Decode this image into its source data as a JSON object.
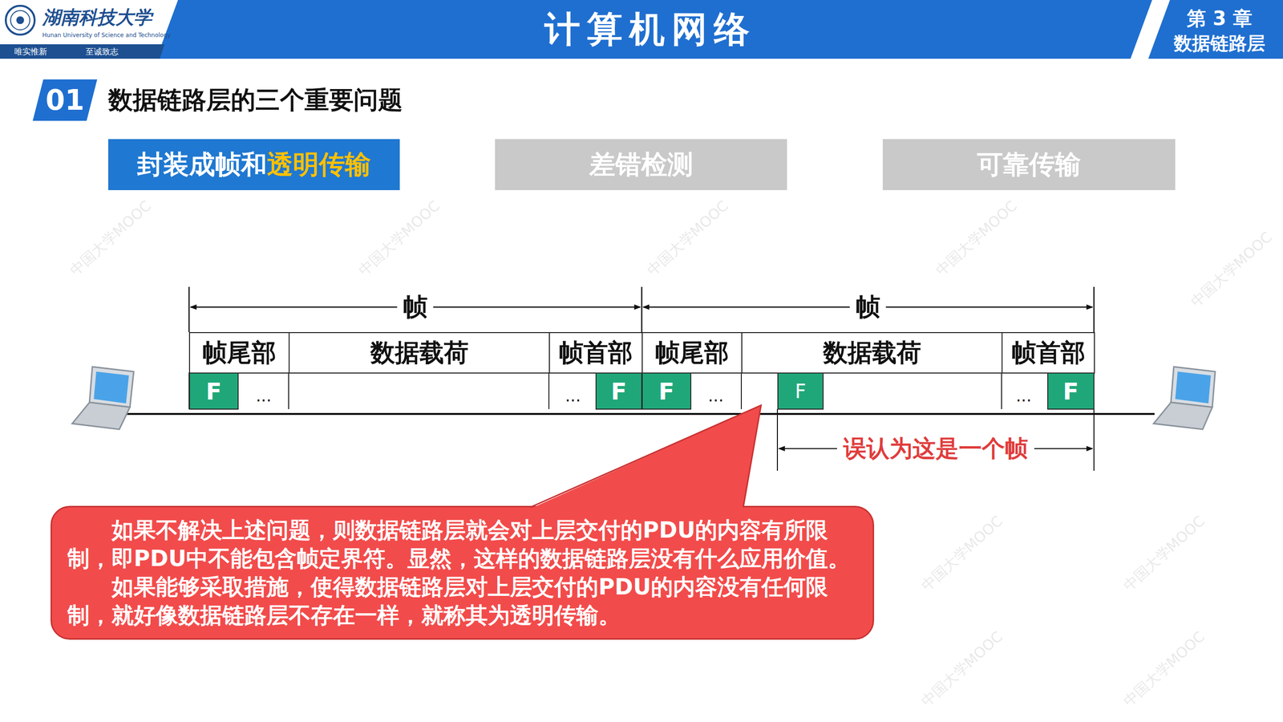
{
  "diagram": {
    "title": "计算机网络",
    "nodes": [
      {
        "text": [
          "01"
        ]
      },
      {
        "text": [
          "封装成帧和",
          "透明传输"
        ]
      },
      {
        "text": [
          "差错检测"
        ]
      },
      {
        "text": [
          "可靠传输"
        ]
      },
      {
        "text": [
          "帧尾部"
        ]
      },
      {
        "text": [
          "数据载荷"
        ]
      },
      {
        "text": [
          "帧首部"
        ]
      },
      {
        "text": [
          "帧尾部"
        ]
      },
      {
        "text": [
          "数据载荷"
        ]
      },
      {
        "text": [
          "帧首部"
        ]
      },
      {
        "text": [
          "F"
        ]
      },
      {
        "text": [
          "F"
        ]
      },
      {
        "text": [
          "F"
        ]
      },
      {
        "text": [
          "F"
        ]
      },
      {
        "text": [
          "F"
        ]
      },
      {
        "text": [
          "如果不解决上述问题，则数据链路层就会对上层交付的PDU的内容有所限制，即PDU中不能包含帧定界符。显然，这样的数据链路层没有什么应用价值。",
          "如果能够采取措施，使得数据链路层对上层交付的PDU的内容没有任何限制，就好像数据链路层不存在一样，就称其为透明传输。"
        ]
      }
    ],
    "labels": [
      "湖南科技大学",
      "Hunan University of Science and Technology",
      "唯实惟新",
      "至诚致志",
      "第 3 章",
      "数据链路层",
      "数据链路层的三个重要问题",
      "帧",
      "帧",
      "...",
      "...",
      "...",
      "...",
      "误认为这是一个帧",
      "中国大学MOOC",
      "中国大学MOOC",
      "中国大学MOOC",
      "中国大学MOOC",
      "中国大学MOOC",
      "中国大学MOOC",
      "中国大学MOOC",
      "中国大学MOOC",
      "中国大学MOOC"
    ]
  }
}
